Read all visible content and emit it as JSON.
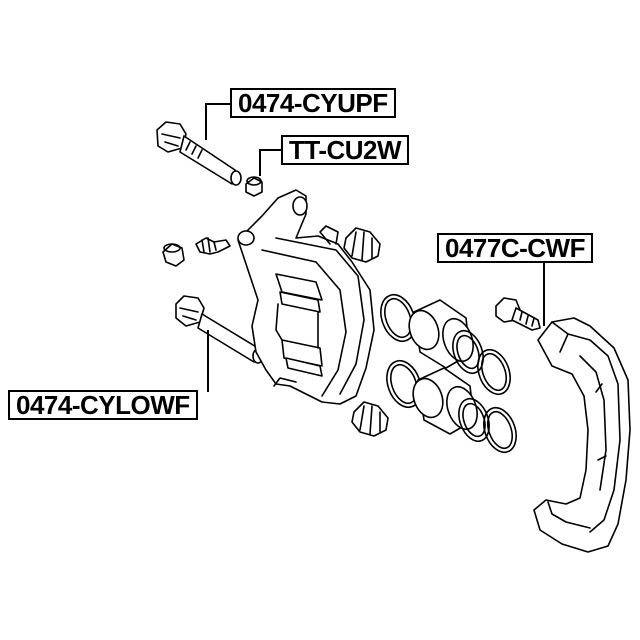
{
  "labels": {
    "upper_pin": "0474-CYUPF",
    "pin_boot": "TT-CU2W",
    "lower_pin": "0474-CYLOWF",
    "caliper_bracket": "0477C-CWF"
  }
}
